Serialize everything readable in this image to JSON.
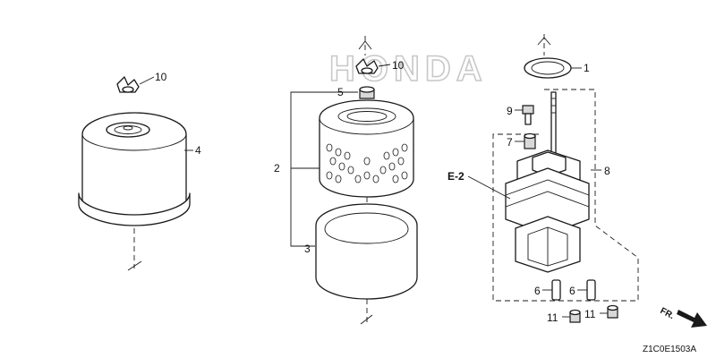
{
  "watermark": "HONDA",
  "drawing_code": "Z1C0E1503A",
  "direction_label": "FR.",
  "callouts": {
    "c1": "1",
    "c2": "2",
    "c3": "3",
    "c4": "4",
    "c5": "5",
    "c6a": "6",
    "c6b": "6",
    "c7": "7",
    "c8": "8",
    "c9": "9",
    "c10a": "10",
    "c10b": "10",
    "c11a": "11",
    "c11b": "11",
    "e2": "E-2"
  }
}
